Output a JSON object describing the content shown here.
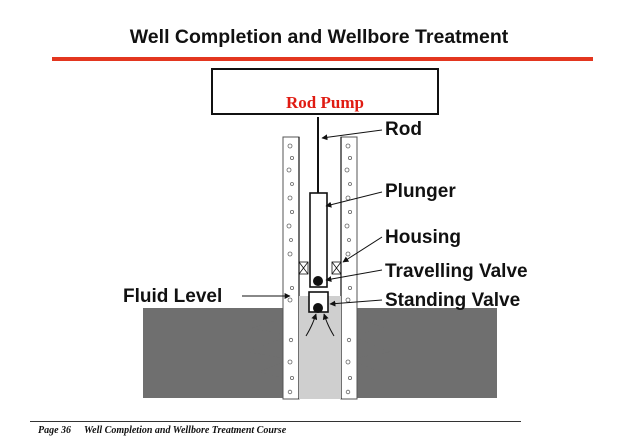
{
  "title": "Well Completion and Wellbore Treatment",
  "colors": {
    "title_rule": "#e3361f",
    "pump_label": "#e01b12",
    "formation": "#6f6f6f",
    "fluid": "#cfcfcf"
  },
  "pump_box": {
    "label": "Rod Pump"
  },
  "labels": {
    "rod": "Rod",
    "plunger": "Plunger",
    "housing": "Housing",
    "travelling_valve": "Travelling Valve",
    "standing_valve": "Standing Valve",
    "fluid_level": "Fluid Level"
  },
  "footer": {
    "page": "Page 36",
    "course": "Well Completion and Wellbore Treatment Course"
  }
}
